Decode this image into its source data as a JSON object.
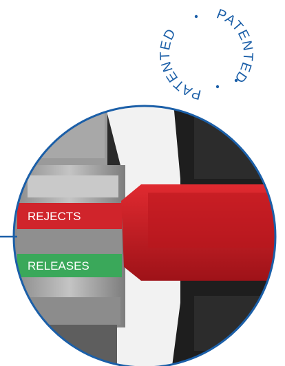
{
  "badge": {
    "text": "PATENTED",
    "color": "#1b5fa8"
  },
  "illustration": {
    "subject": "mechanism-closeup",
    "labels": {
      "rejects": "REJECTS",
      "releases": "RELEASES"
    },
    "colors": {
      "frame": "#1b5fa8",
      "rejects": "#d0242b",
      "releases": "#3aa85a",
      "lever": "#c51a22",
      "metal_light": "#bdbdbd",
      "metal_dark": "#6e6e6e",
      "housing": "#1e1e1e"
    }
  }
}
